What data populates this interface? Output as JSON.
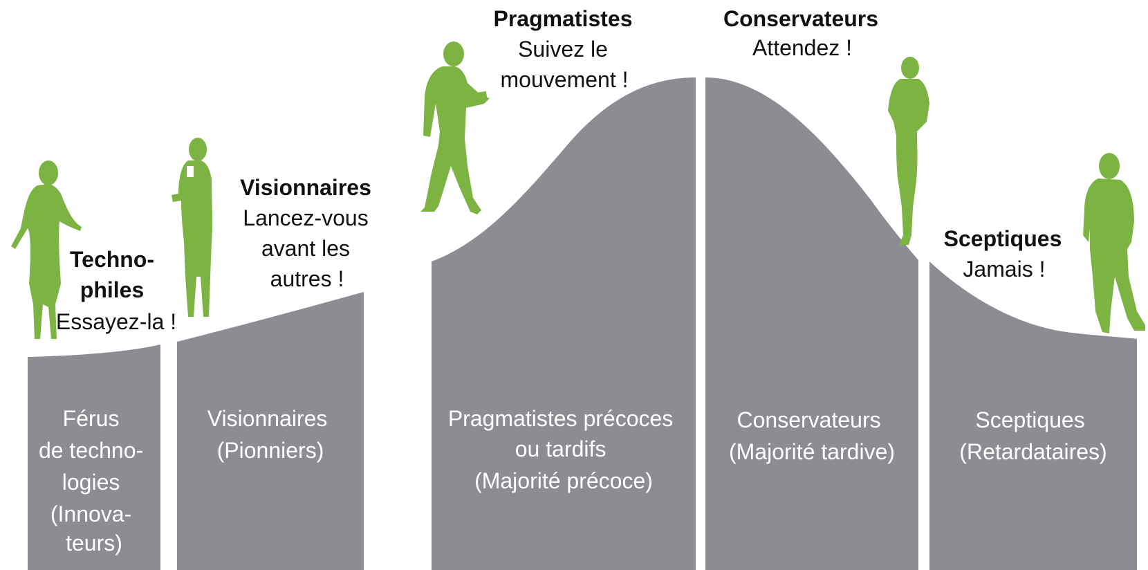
{
  "colors": {
    "segment_fill": "#8c8d92",
    "figure_green": "#7cb342",
    "segment_text": "#ffffff",
    "caption_text": "#111111"
  },
  "captions": {
    "technophiles": {
      "title_lines": [
        "Techno-",
        "philes"
      ],
      "subtitle_lines": [
        "Essayez-la !"
      ]
    },
    "visionnaires": {
      "title_lines": [
        "Visionnaires"
      ],
      "subtitle_lines": [
        "Lancez-vous",
        "avant les",
        "autres !"
      ]
    },
    "pragmatistes": {
      "title_lines": [
        "Pragmatistes"
      ],
      "subtitle_lines": [
        "Suivez le",
        "mouvement !"
      ]
    },
    "conservateurs": {
      "title_lines": [
        "Conservateurs"
      ],
      "subtitle_lines": [
        "Attendez !"
      ]
    },
    "sceptiques": {
      "title_lines": [
        "Sceptiques"
      ],
      "subtitle_lines": [
        "Jamais !"
      ]
    }
  },
  "segments": {
    "innovateurs": [
      "Férus",
      "de techno-",
      "logies",
      "(Innova-",
      "teurs)"
    ],
    "pionniers": [
      "Visionnaires",
      "(Pionniers)"
    ],
    "majorite_precoce": [
      "Pragmatistes précoces",
      "ou tardifs",
      "(Majorité précoce)"
    ],
    "majorite_tardive": [
      "Conservateurs",
      "(Majorité tardive)"
    ],
    "retardataires": [
      "Sceptiques",
      "(Retardataires)"
    ]
  },
  "figures": {
    "innovateurs": "woman-figure-icon",
    "pionniers": "woman-with-phone-figure-icon",
    "majorite_precoce": "man-walking-with-tablet-figure-icon",
    "majorite_tardive": "woman-arms-crossed-figure-icon",
    "retardataires": "man-hands-in-pockets-figure-icon"
  }
}
